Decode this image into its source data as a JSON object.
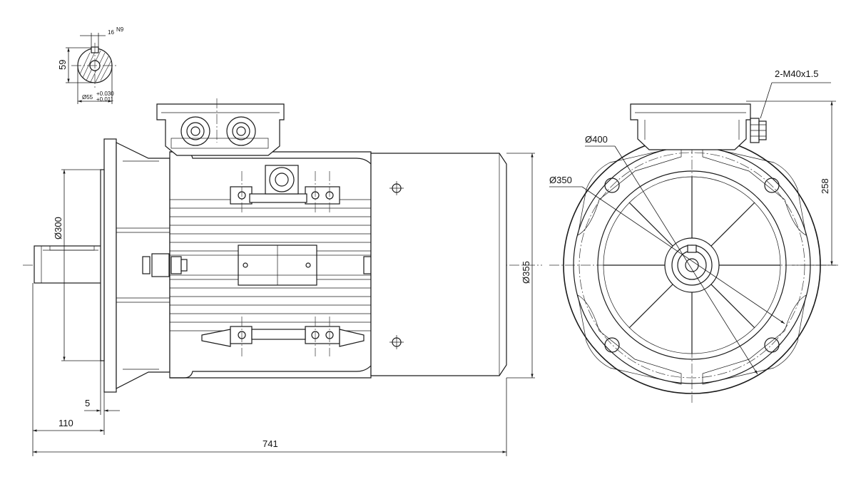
{
  "dimensions": {
    "total_length": "741",
    "shaft_length": "110",
    "spigot_depth": "5",
    "spigot_diameter": "Ø300",
    "flange_diameter": "Ø355",
    "flange_outer": "Ø400",
    "bolt_circle": "Ø350",
    "terminal_height": "258",
    "cable_gland": "2-M40x1.5",
    "shaft_key_height": "59",
    "key_width": "16",
    "key_tol": "N9",
    "shaft_diameter": "Ø55",
    "shaft_tol_upper": "+0.030",
    "shaft_tol_lower": "+0.011"
  }
}
